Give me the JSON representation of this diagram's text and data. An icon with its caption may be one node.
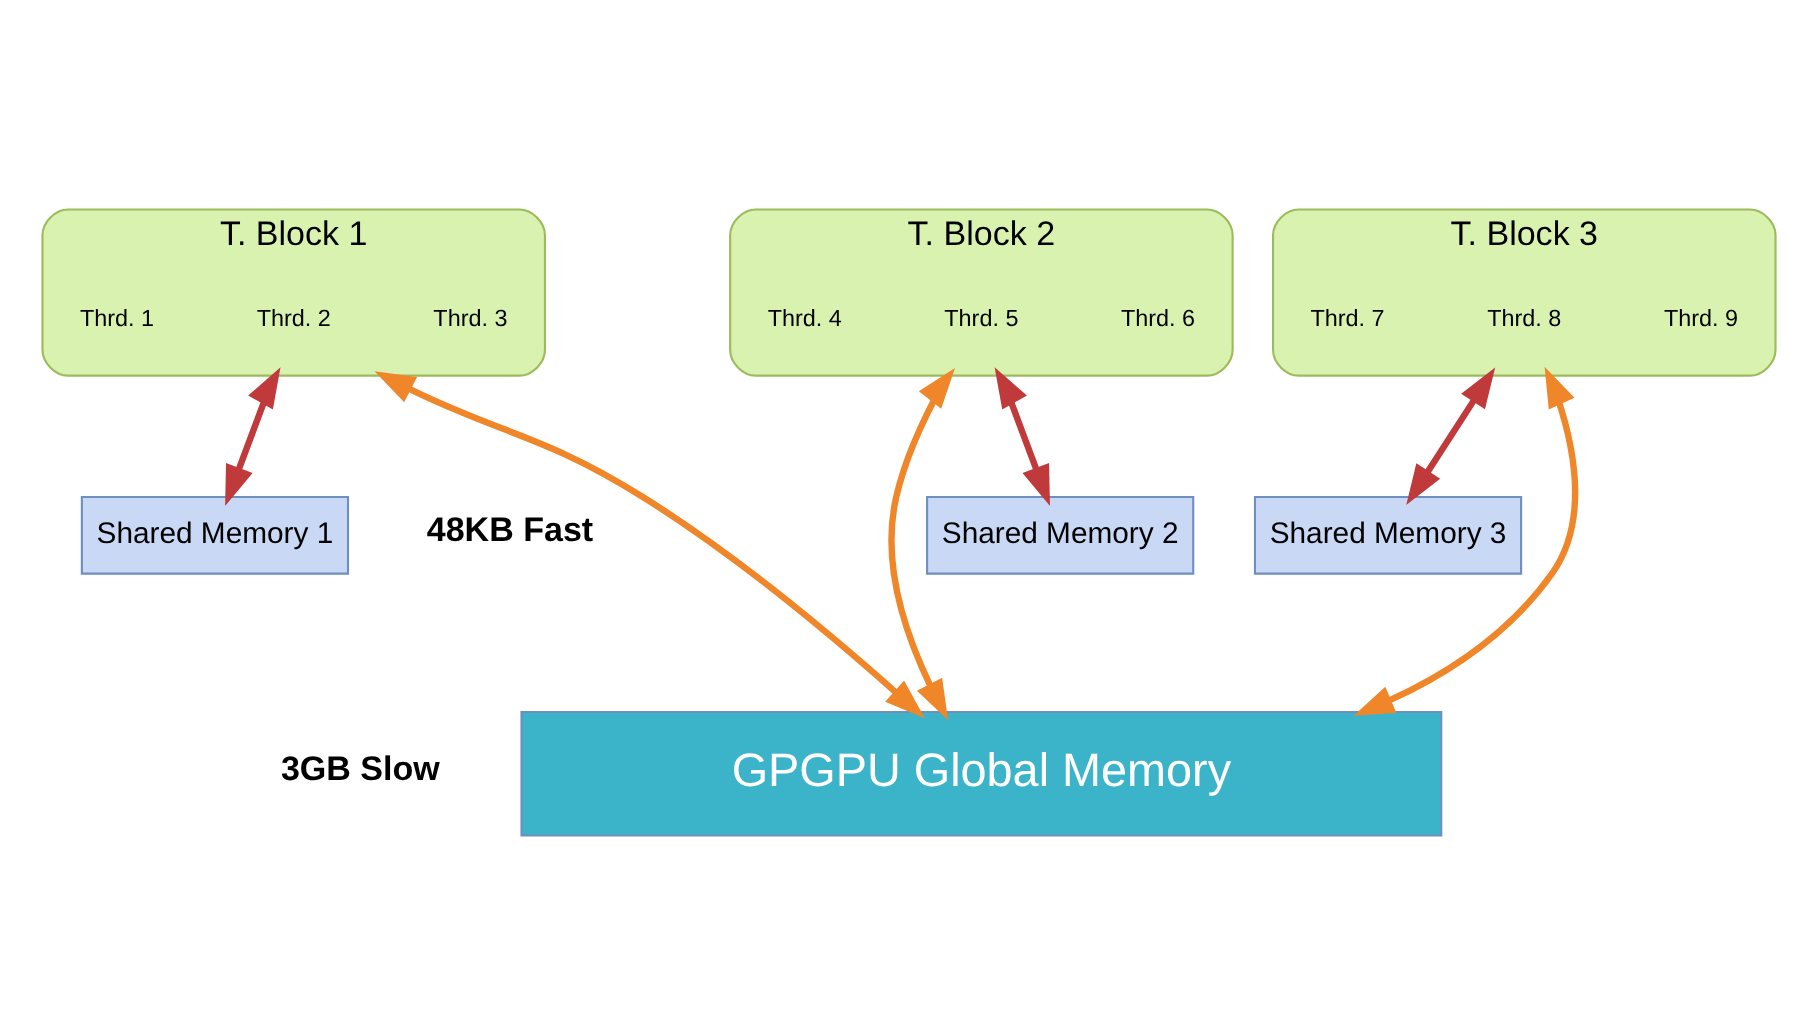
{
  "diagram": {
    "nodes": [
      {
        "text": [
          "T. Block 1"
        ]
      },
      {
        "text": [
          "Thrd. 1"
        ],
        "in": 0
      },
      {
        "text": [
          "Thrd. 2"
        ],
        "in": 0
      },
      {
        "text": [
          "Thrd. 3"
        ],
        "in": 0
      },
      {
        "text": [
          "T. Block 2"
        ]
      },
      {
        "text": [
          "Thrd. 4"
        ],
        "in": 4
      },
      {
        "text": [
          "Thrd. 5"
        ],
        "in": 4
      },
      {
        "text": [
          "Thrd. 6"
        ],
        "in": 4
      },
      {
        "text": [
          "T. Block 3"
        ]
      },
      {
        "text": [
          "Thrd. 7"
        ],
        "in": 8
      },
      {
        "text": [
          "Thrd. 8"
        ],
        "in": 8
      },
      {
        "text": [
          "Thrd. 9"
        ],
        "in": 8
      },
      {
        "text": [
          "Shared Memory 1"
        ]
      },
      {
        "text": [
          "Shared Memory 2"
        ]
      },
      {
        "text": [
          "Shared Memory 3"
        ]
      },
      {
        "text": [
          "GPGPU Global Memory"
        ]
      }
    ],
    "edges": [
      {
        "from": 0,
        "to": 12,
        "arrow": "both",
        "color": "#c0393b"
      },
      {
        "from": 0,
        "to": 15,
        "arrow": "both",
        "color": "#f0862a"
      },
      {
        "from": 4,
        "to": 13,
        "arrow": "both",
        "color": "#c0393b"
      },
      {
        "from": 4,
        "to": 15,
        "arrow": "both",
        "color": "#f0862a"
      },
      {
        "from": 8,
        "to": 14,
        "arrow": "both",
        "color": "#c0393b"
      },
      {
        "from": 8,
        "to": 15,
        "arrow": "both",
        "color": "#f0862a"
      }
    ],
    "labels": [
      "48KB Fast",
      "3GB Slow"
    ]
  }
}
